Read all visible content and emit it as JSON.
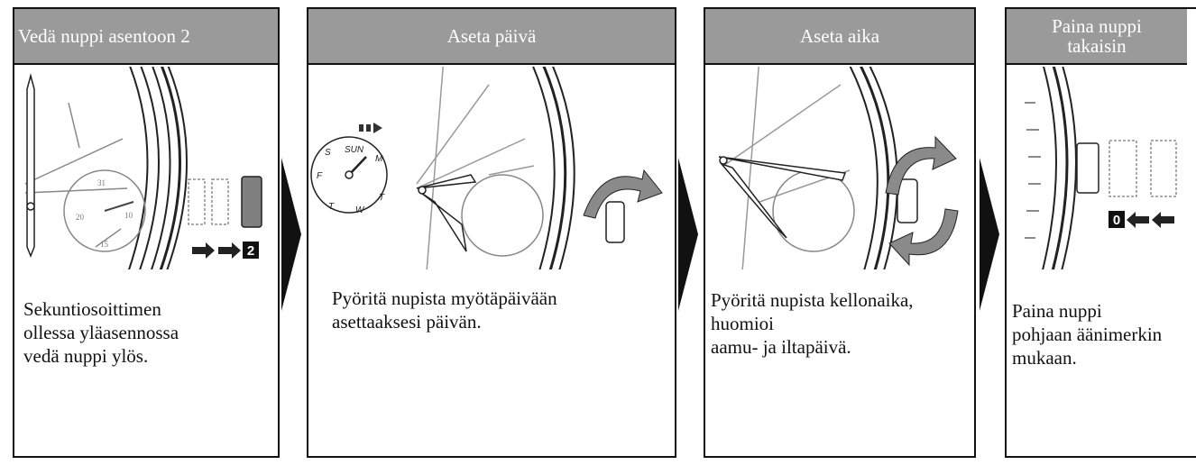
{
  "steps": [
    {
      "title": "Vedä nuppi asentoon 2",
      "text_lines": [
        "Sekuntiosoittimen",
        "ollessa yläasennossa",
        "vedä nuppi ylös."
      ],
      "position_label": "2",
      "icon": "watch-crown-pull-icon"
    },
    {
      "title": "Aseta päivä",
      "text_lines": [
        "Pyöritä nupista myötäpäivään",
        "asettaaksesi päivän."
      ],
      "day_labels": [
        "SUN",
        "M",
        "T",
        "W",
        "T",
        "F",
        "S"
      ],
      "icon": "watch-crown-rotate-clockwise-icon"
    },
    {
      "title": "Aseta aika",
      "text_lines": [
        "Pyöritä nupista kellonaika,",
        "huomioi",
        "aamu- ja iltapäivä."
      ],
      "icon": "watch-crown-rotate-both-icon"
    },
    {
      "title_lines": [
        "Paina nuppi",
        "takaisin"
      ],
      "text_lines": [
        "Paina nuppi",
        "pohjaan äänimerkin",
        "mukaan."
      ],
      "position_label": "0",
      "icon": "watch-crown-push-icon"
    }
  ],
  "subdial_numbers": [
    "31",
    "10",
    "20",
    "15"
  ],
  "colors": {
    "header_bg": "#9a9a9a",
    "header_text": "#ffffff",
    "border": "#111111",
    "crown_fill": "#7f7f7f"
  }
}
